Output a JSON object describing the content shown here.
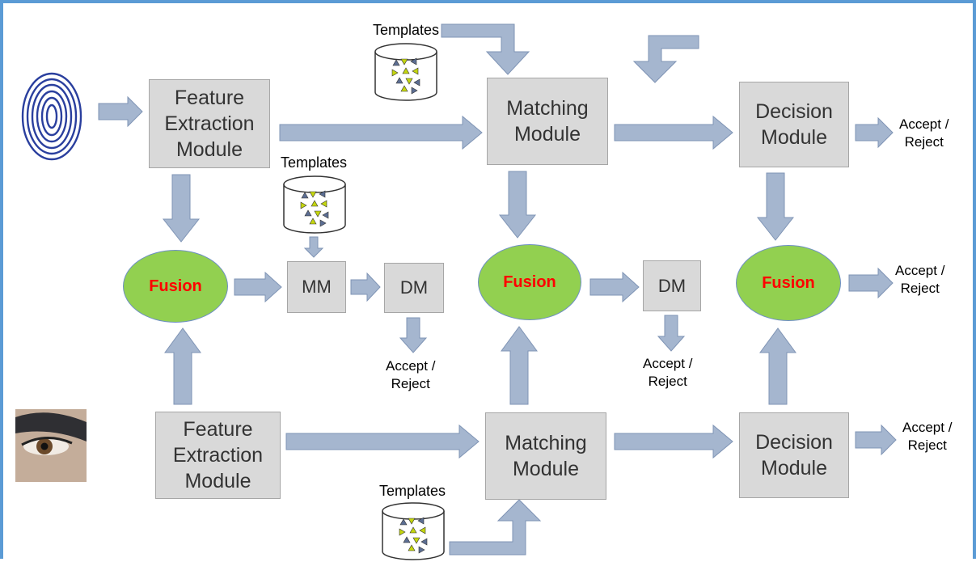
{
  "modules": {
    "feature_extraction": "Feature\nExtraction\nModule",
    "matching": "Matching\nModule",
    "decision": "Decision\nModule",
    "mm": "MM",
    "dm": "DM",
    "fusion": "Fusion"
  },
  "outputs": {
    "accept_reject": "Accept /\nReject"
  },
  "templates": {
    "label": "Templates"
  },
  "inputs": {
    "fingerprint": "fingerprint",
    "eye": "eye"
  },
  "colors": {
    "border": "#5b9bd5",
    "module_fill": "#d9d9d9",
    "fusion_fill": "#92d050",
    "fusion_text": "#ff0000",
    "arrow_fill": "#a5b6cf",
    "arrow_stroke": "#7f94b5"
  }
}
